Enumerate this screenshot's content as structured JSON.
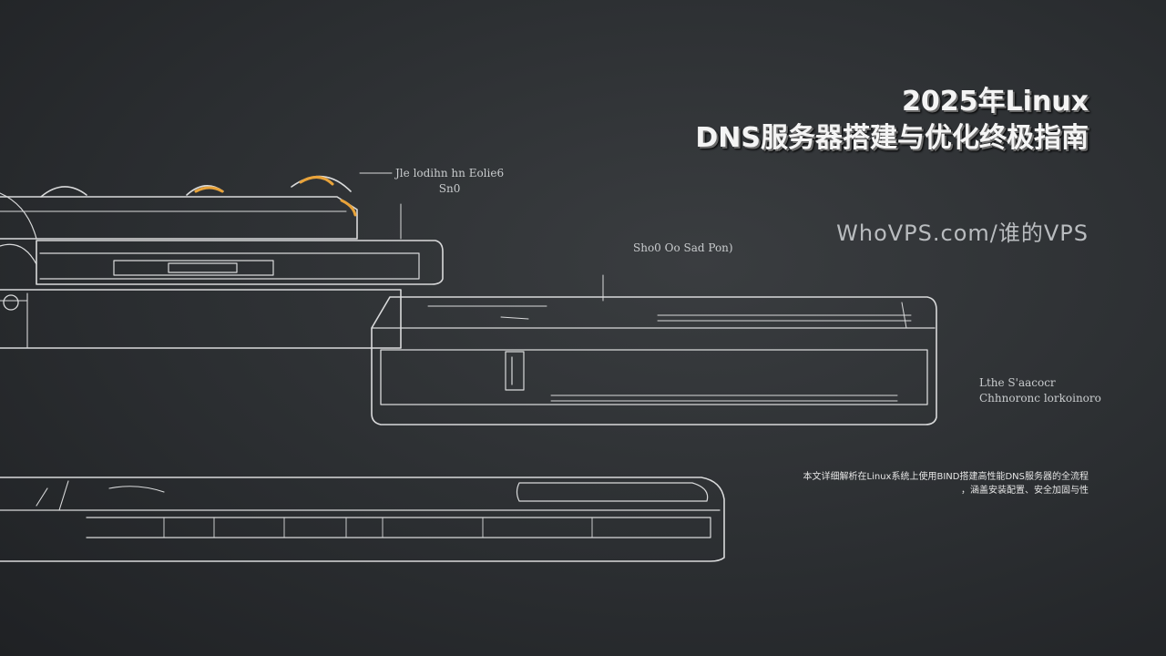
{
  "title": {
    "line1": "2025年Linux",
    "line2": "DNS服务器搭建与优化终极指南"
  },
  "site": "WhoVPS.com/谁的VPS",
  "description": {
    "line1": "本文详细解析在Linux系统上使用BIND搭建高性能DNS服务器的全流程",
    "line2": "，涵盖安装配置、安全加固与性"
  },
  "sketch_labels": {
    "top": [
      "Jle lodihn hn Eolie6",
      "Sn0"
    ],
    "middle": "Sho0 Oo Sad Pon)",
    "right": [
      "Lthe S'aacocr",
      "Chhnoronc lorkoinoro"
    ]
  },
  "colors": {
    "line": "#d9dadb",
    "accent": "#e8a33a",
    "background": "#2e3134"
  }
}
